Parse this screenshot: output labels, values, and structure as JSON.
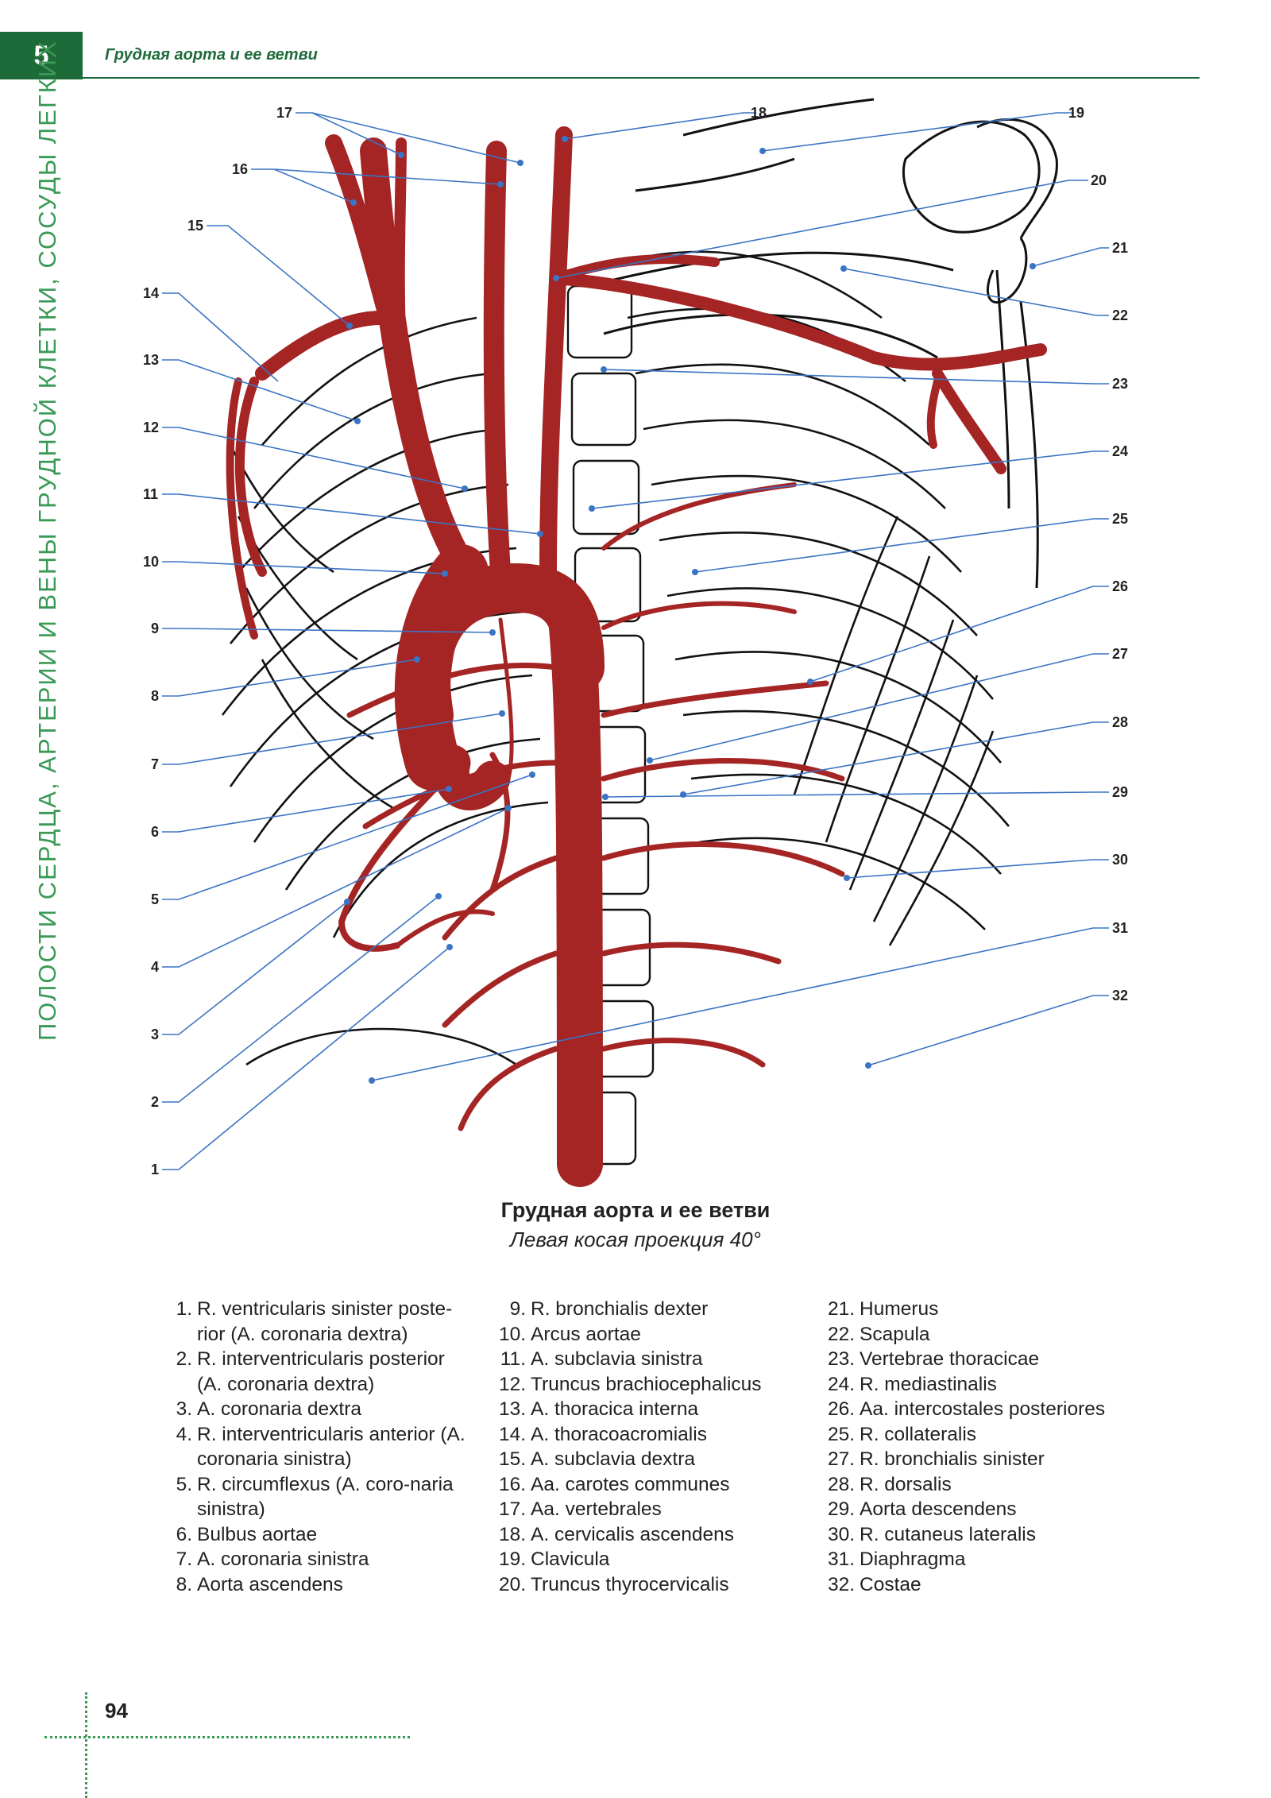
{
  "header": {
    "chapter_number": "5",
    "running_title": "Грудная аорта и ее ветви"
  },
  "side_title": "ПОЛОСТИ СЕРДЦА, АРТЕРИИ И ВЕНЫ ГРУДНОЙ КЛЕТКИ, СОСУДЫ ЛЕГКИХ",
  "figure": {
    "title": "Грудная аорта и ее ветви",
    "subtitle": "Левая косая проекция 40°",
    "callouts_left": [
      "17",
      "16",
      "15",
      "14",
      "13",
      "12",
      "11",
      "10",
      "9",
      "8",
      "7",
      "6",
      "5",
      "4",
      "3",
      "2",
      "1"
    ],
    "callouts_right": [
      "18",
      "19",
      "20",
      "21",
      "22",
      "23",
      "24",
      "25",
      "26",
      "27",
      "28",
      "29",
      "30",
      "31",
      "32"
    ]
  },
  "legend": {
    "col1": [
      {
        "n": "1.",
        "t": "R. ventricularis sinister poste-rior (A. coronaria dextra)"
      },
      {
        "n": "2.",
        "t": "R. interventricularis posterior (A. coronaria dextra)"
      },
      {
        "n": "3.",
        "t": "A. coronaria dextra"
      },
      {
        "n": "4.",
        "t": "R. interventricularis anterior (A. coronaria sinistra)"
      },
      {
        "n": "5.",
        "t": "R. circumflexus (A. coro-naria sinistra)"
      },
      {
        "n": "6.",
        "t": "Bulbus aortae"
      },
      {
        "n": "7.",
        "t": "A. coronaria sinistra"
      },
      {
        "n": "8.",
        "t": "Aorta ascendens"
      }
    ],
    "col2": [
      {
        "n": "9.",
        "t": "R. bronchialis dexter"
      },
      {
        "n": "10.",
        "t": "Arcus aortae"
      },
      {
        "n": "11.",
        "t": "A. subclavia sinistra"
      },
      {
        "n": "12.",
        "t": "Truncus brachiocephalicus"
      },
      {
        "n": "13.",
        "t": "A. thoracica interna"
      },
      {
        "n": "14.",
        "t": "A. thoracoacromialis"
      },
      {
        "n": "15.",
        "t": "A. subclavia dextra"
      },
      {
        "n": "16.",
        "t": "Aa. carotes communes"
      },
      {
        "n": "17.",
        "t": "Aa. vertebrales"
      },
      {
        "n": "18.",
        "t": "A. cervicalis ascendens"
      },
      {
        "n": "19.",
        "t": "Clavicula"
      },
      {
        "n": "20.",
        "t": "Truncus thyrocervicalis"
      }
    ],
    "col3": [
      {
        "n": "21.",
        "t": "Humerus"
      },
      {
        "n": "22.",
        "t": "Scapula"
      },
      {
        "n": "23.",
        "t": "Vertebrae thoracicae"
      },
      {
        "n": "24.",
        "t": "R. mediastinalis"
      },
      {
        "n": "26.",
        "t": "Aa. intercostales posteriores"
      },
      {
        "n": "25.",
        "t": "R. collateralis"
      },
      {
        "n": "27.",
        "t": "R. bronchialis sinister"
      },
      {
        "n": "28.",
        "t": "R. dorsalis"
      },
      {
        "n": "29.",
        "t": "Aorta descendens"
      },
      {
        "n": "30.",
        "t": "R. cutaneus lateralis"
      },
      {
        "n": "31.",
        "t": "Diaphragma"
      },
      {
        "n": "32.",
        "t": "Costae"
      }
    ]
  },
  "page_number": "94",
  "colors": {
    "accent": "#1e6b3a",
    "artery": "#a52424",
    "leader": "#3b74c4"
  }
}
